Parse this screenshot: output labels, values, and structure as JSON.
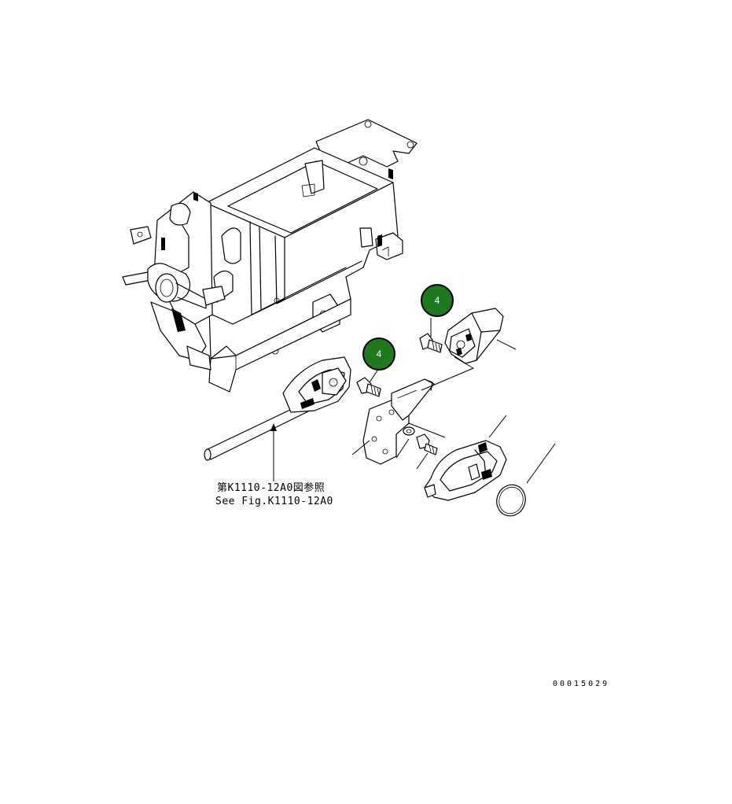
{
  "callouts": [
    {
      "number": "4",
      "fill": "#1f7a1f"
    },
    {
      "number": "4",
      "fill": "#1f7a1f"
    }
  ],
  "reference_note": {
    "line1": "第K1110-12A0図参照",
    "line2": "See Fig.K1110-12A0"
  },
  "drawing_number": "00015029"
}
